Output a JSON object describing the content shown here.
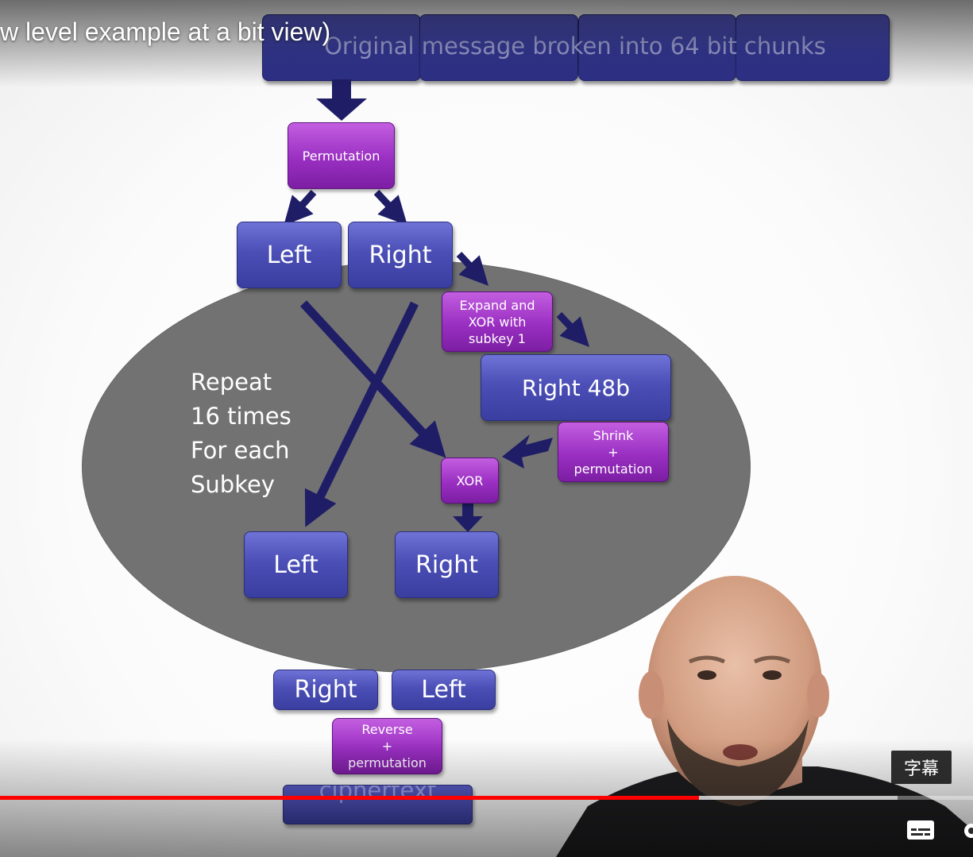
{
  "player": {
    "video_title": "w level example at a bit view)",
    "subtitle_tooltip": "字幕",
    "progress_fraction": 0.718,
    "buffer_fraction": 0.922,
    "accent_color": "#ff0000"
  },
  "slide": {
    "header": "Original message broken into 64 bit chunks",
    "permutation": "Permutation",
    "left_top": "Left",
    "right_top": "Right",
    "expand_lines": [
      "Expand and",
      "XOR with",
      "subkey 1"
    ],
    "right48": "Right 48b",
    "shrink_lines": [
      "Shrink",
      "+",
      "permutation"
    ],
    "xor": "XOR",
    "repeat_lines": [
      "Repeat",
      "16 times",
      "For each",
      "Subkey"
    ],
    "left_bottom": "Left",
    "right_bottom": "Right",
    "final_right": "Right",
    "final_left": "Left",
    "reverse_lines": [
      "Reverse",
      "+",
      "permutation"
    ],
    "ciphertext": "ciphertext",
    "colors": {
      "block_blue": "#4b4fb6",
      "block_purple": "#9a2fc2",
      "arrow_navy": "#1f1d66",
      "ellipse_gray": "#727272"
    }
  }
}
